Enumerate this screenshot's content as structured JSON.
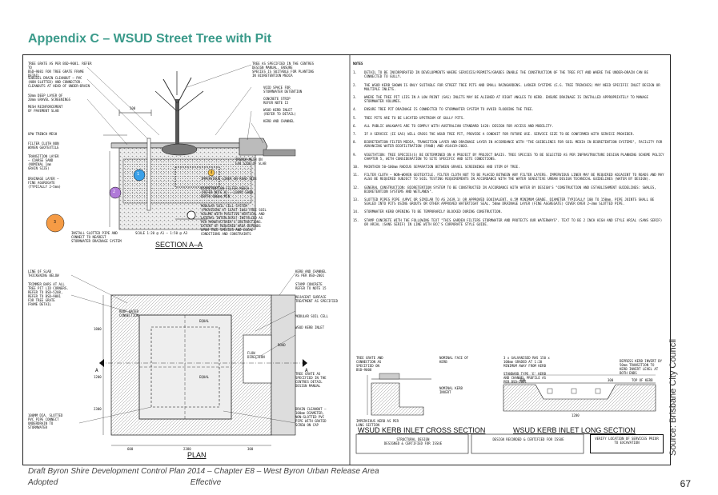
{
  "title": "Appendix C – WSUD Street Tree with Pit",
  "source": "Source: Brisbane City Council",
  "footer": {
    "line1": "Draft Byron Shire Development Control Plan 2014 – Chapter E8 – West Byron Urban Release Area",
    "adopted": "Adopted",
    "effective": "Effective",
    "page": "67"
  },
  "drawing": {
    "section_aa": {
      "title": "SECTION A–A",
      "scale": "SCALE 1:20 @ A1 – 1:50 @ A3",
      "labels_left": [
        "TREE GRATE AS PER BSD–9081. REFER TO\nBSD–9081 FOR TREE GRATE FRAME DETAIL",
        "SUBSOIL DRAIN CLEANOUT – PVC\n(NON SLOTTED) AND CONNECTOR.\nCLEANOUTS AT HEAD OF UNDER–DRAIN",
        "50mm DEEP LAYER OF\n20mm GRAVEL SCREENINGS",
        "MESH REINFORCEMENT\nOF PAVEMENT SLAB",
        "UPW TRENCH MESH",
        "FILTER CLOTH NON\nWOVEN GEOTEXTILE",
        "TRANSITION LAYER\n– COARSE SAND\n(NOMINAL 1mm\nGRAIN SIZE)",
        "DRAINAGE LAYER –\nFINE AGGREGATE\n(TYPICALLY 2–5mm)",
        "INSTALL SLOTTED PIPE AND\nCONNECT TO NEAREST\nSTORMWATER DRAINAGE SYSTEM"
      ],
      "labels_right": [
        "TREE AS SPECIFIED IN THE CENTRES\nDESIGN MANUAL. ENSURE\nSPECIES IS SUITABLE FOR PLANTING\nIN BIORETENTION MEDIA",
        "VOID SPACE FOR\nSTORMWATER DETENTION",
        "CONCRETE STRIP\nREFER NOTE 15",
        "WSUD KERB INLET\n(REFER TO DETAIL)",
        "KERB AND CHANNEL",
        "TRENCH MESH ON\nFAR SIDE OF SLAB",
        "IMPERVIOUS LINER ON ROAD SIDE",
        "BIORETENTION FILTER MEDIA\n(REFER NOTE 8) – LOAMY SAND.\nDEPTH 600mm MIN",
        "MODULAR SOIL CELL SYSTEM\n(PROVIDING AT LEAST 10m3 FREE SOIL\nVOLUME WITH POSITIVE VERTICAL AND\nLATERAL INTERLOCKS) INSTALLED AS\nPER MANUFACTURER'S INSTRUCTIONS.\nEXTENT OF REQUIRED AREA DEPENDS\nUPON TREE SPECIES AND LOCAL\nCONDITIONS AND CONSTRAINTS"
      ],
      "dim_500": "500",
      "markers": [
        "1",
        "2",
        "3",
        "4"
      ]
    },
    "plan": {
      "title": "PLAN",
      "labels_left": [
        "LINE OF SLAB\nTHICKENING BELOW",
        "TRIMMER BARS AT ALL\nTREE PIT LID CORNERS.\nREFER TO BSD–5208,\nREFER TO BSD–9081\nFOR TREE GRATE\nFRAME DETAIL",
        "100MM DIA. SLOTTED\nPVC PIPE CONNECT\nUNDERDRAIN TO\nSTORMWATER"
      ],
      "labels_right": [
        "KERB AND CHANNEL\nAS PER BSD–2001",
        "STAMP CONCRETE\nREFER TO NOTE 15",
        "ADJACENT SURFACE\nTREATMENT AS SPECIFIED",
        "MODULAR SOIL CELL",
        "WSUD KERB INLET",
        "TREE GRATE AS\nSPECIFIED IN THE\nCENTRES DETAIL\nDESIGN MANUAL",
        "DRAIN CLEANOUT –\n100mm DIAMETER,\nNON–SLOTTED PVC\nPIPE WITH GRATED\nSCREW ON CAP"
      ],
      "inner_labels": [
        "ROOF WATER\nCONNECTION",
        "EQUAL",
        "EQUAL",
        "FLOW\nDIRECTION",
        "ROAD"
      ],
      "dims": [
        "1800",
        "1200",
        "2300",
        "600",
        "2380",
        "300"
      ],
      "section_mark": "A"
    },
    "kerb_cross": {
      "title": "WSUD KERB INLET CROSS SECTION",
      "labels": [
        "TREE GRATE AND\nCONNECTION AS\nSPECIFIED ON\nBSD–9008",
        "NOMINAL FACE OF\nKERB",
        "NOMINAL KERB\nINVERT",
        "IMPERVIOUS KERB AS PER\nLONG SECTION"
      ]
    },
    "kerb_long": {
      "title": "WSUD KERB INLET LONG SECTION",
      "labels": [
        "3 x GALVANISED RHS 150 x\n100mm GRADED AT 1:20\nMINIMUM AWAY FROM KERB",
        "STANDARD TYPE 'E' KERB\nAND CHANNEL PROFILE AS\nPER BSD–2001",
        "DEPRESS KERB INVERT BY\n50mm TRANSITION TO\nKERB INVERT LEVEL AT\nBOTH ENDS",
        "TOP OF KERB"
      ],
      "dims": [
        "300",
        "300",
        "1200"
      ]
    },
    "title_blocks": [
      "STRUCTURAL DESIGN\nDESIGNED & CERTIFIED FOR ISSUE",
      "DESIGN RECORDED & CERTIFIED FOR ISSUE",
      "VERIFY LOCATION OF\nSERVICES PRIOR TO\nEXCAVATION"
    ]
  },
  "notes": {
    "heading": "NOTES",
    "items": [
      {
        "n": "1.",
        "t": "DETAIL TO BE INCORPORATED IN DEVELOPMENTS WHERE SERVICES/PERMITS/GRADES ENABLE THE CONSTRUCTION OF THE TREE PIT AND WHERE THE UNDER–DRAIN CAN BE CONNECTED TO GULLY."
      },
      {
        "n": "2.",
        "t": "THE WSUD KERB SHOWN IS ONLY SUITABLE FOR STREET TREE PITS AND SMALL RAINGARDENS. LARGER SYSTEMS (E.G. TREE TRENCHES) MAY NEED SPECIFIC INLET DESIGN OR MULTIPLE INLETS."
      },
      {
        "n": "3.",
        "t": "WHERE THE TREE PIT LIES IN A LOW POINT (SAG) INLETS MAY BE ALIGNED AT RIGHT ANGLES TO KERB. ENSURE DRAINAGE IS INSTALLED APPROPRIATELY TO MANAGE STORMWATER VOLUMES."
      },
      {
        "n": "4.",
        "t": "ENSURE TREE PIT DRAINAGE IS CONNECTED TO STORMWATER SYSTEM TO AVOID FLOODING THE TREE."
      },
      {
        "n": "5.",
        "t": "TREE PITS ARE TO BE LOCATED UPSTREAM OF GULLY PITS."
      },
      {
        "n": "6.",
        "t": "ALL PUBLIC WALKWAYS ARE TO COMPLY WITH AUSTRALIAN STANDARD 1428: DESIGN FOR ACCESS AND MOBILITY."
      },
      {
        "n": "7.",
        "t": "IF A SERVICE (IE GAS) WILL CROSS THE WSUD TREE PIT, PROVIDE A CONDUIT FOR FUTURE USE. SERVICE SIZE TO BE CONFIRMED WITH SERVICE PROVIDER."
      },
      {
        "n": "8.",
        "t": "BIORETENTION FILTER MEDIA, TRANSITION LAYER AND DRAINAGE LAYER IN ACCORDANCE WITH \"THE GUIDELINES FOR SOIL MEDIA IN BIORETENTION SYSTEMS\", FACILITY FOR ADVANCING WATER BIOFILTRATION (FAWB) AND AS4419–2003."
      },
      {
        "n": "9.",
        "t": "VEGETATION: TREE SPECIES(S) BE DETERMINED ON A PROJECT BY PROJECT BASIS. TREE SPECIES TO BE SELECTED AS PER INFRASTRUCTURE DESIGN PLANNING SCHEME POLICY CHAPTER 5, WITH CONSIDERATION TO SITE SPECIFIC AND SITE CONDITIONS."
      },
      {
        "n": "10.",
        "t": "MAINTAIN 50–100mm RADIUS SEPARATION BETWEEN GRAVEL SCREENINGS AND STEM OF TREE."
      },
      {
        "n": "11.",
        "t": "FILTER CLOTH – NON–WOVEN GEOTEXTILE. FILTER CLOTH NOT TO BE PLACED BETWEEN ANY FILTER LAYERS. IMPERVIOUS LINER MAY BE REQUIRED ADJACENT TO ROADS AND MAY ALSO BE REQUIRED SUBJECT TO SOIL TESTING REQUIREMENTS IN ACCORDANCE WITH THE WATER SENSITIVE URBAN DESIGN TECHNICAL GUIDELINES (WATER BY DESIGN)."
      },
      {
        "n": "12.",
        "t": "GENERAL CONSTRUCTION: BIORETENTION SYSTEM TO BE CONSTRUCTED IN ACCORDANCE WITH WATER BY DESIGN'S \"CONSTRUCTION AND ESTABLISHMENT GUIDELINES: SWALES, BIORETENTION SYSTEMS AND WETLANDS\"."
      },
      {
        "n": "13.",
        "t": "SLOTTED PIPES PIPE (UPVC OR SIMILAR TO AS 2439.1) OR APPROVED EQUIVALENT, 0.5M MINIMUM GRADE. DIAMETER TYPICALLY 100 TO 150mm. PIPE JOINTS SHALL BE SEALED INTO PITS USING GROUTS OR OTHER APPROVED WATERTIGHT SEAL. 50mm DRAINAGE LAYER (FINE AGGREGATE) COVER OVER 2–3mm SLOTTED PIPE."
      },
      {
        "n": "14.",
        "t": "STORMWATER KERB OPENING TO BE TEMPORARILY BLOCKED DURING CONSTRUCTION."
      },
      {
        "n": "15.",
        "t": "STAMP CONCRETE WITH THE FOLLOWING TEXT \"THIS GARDEN FILTERS STORMWATER AND PROTECTS OUR WATERWAYS\". TEXT TO BE 2 INCH HIGH AND STYLE ARIAL (SANS SERIF) OR ARIAL (SANS SERIF) IN LINE WITH BCC'S CORPORATE STYLE GUIDE."
      }
    ]
  }
}
